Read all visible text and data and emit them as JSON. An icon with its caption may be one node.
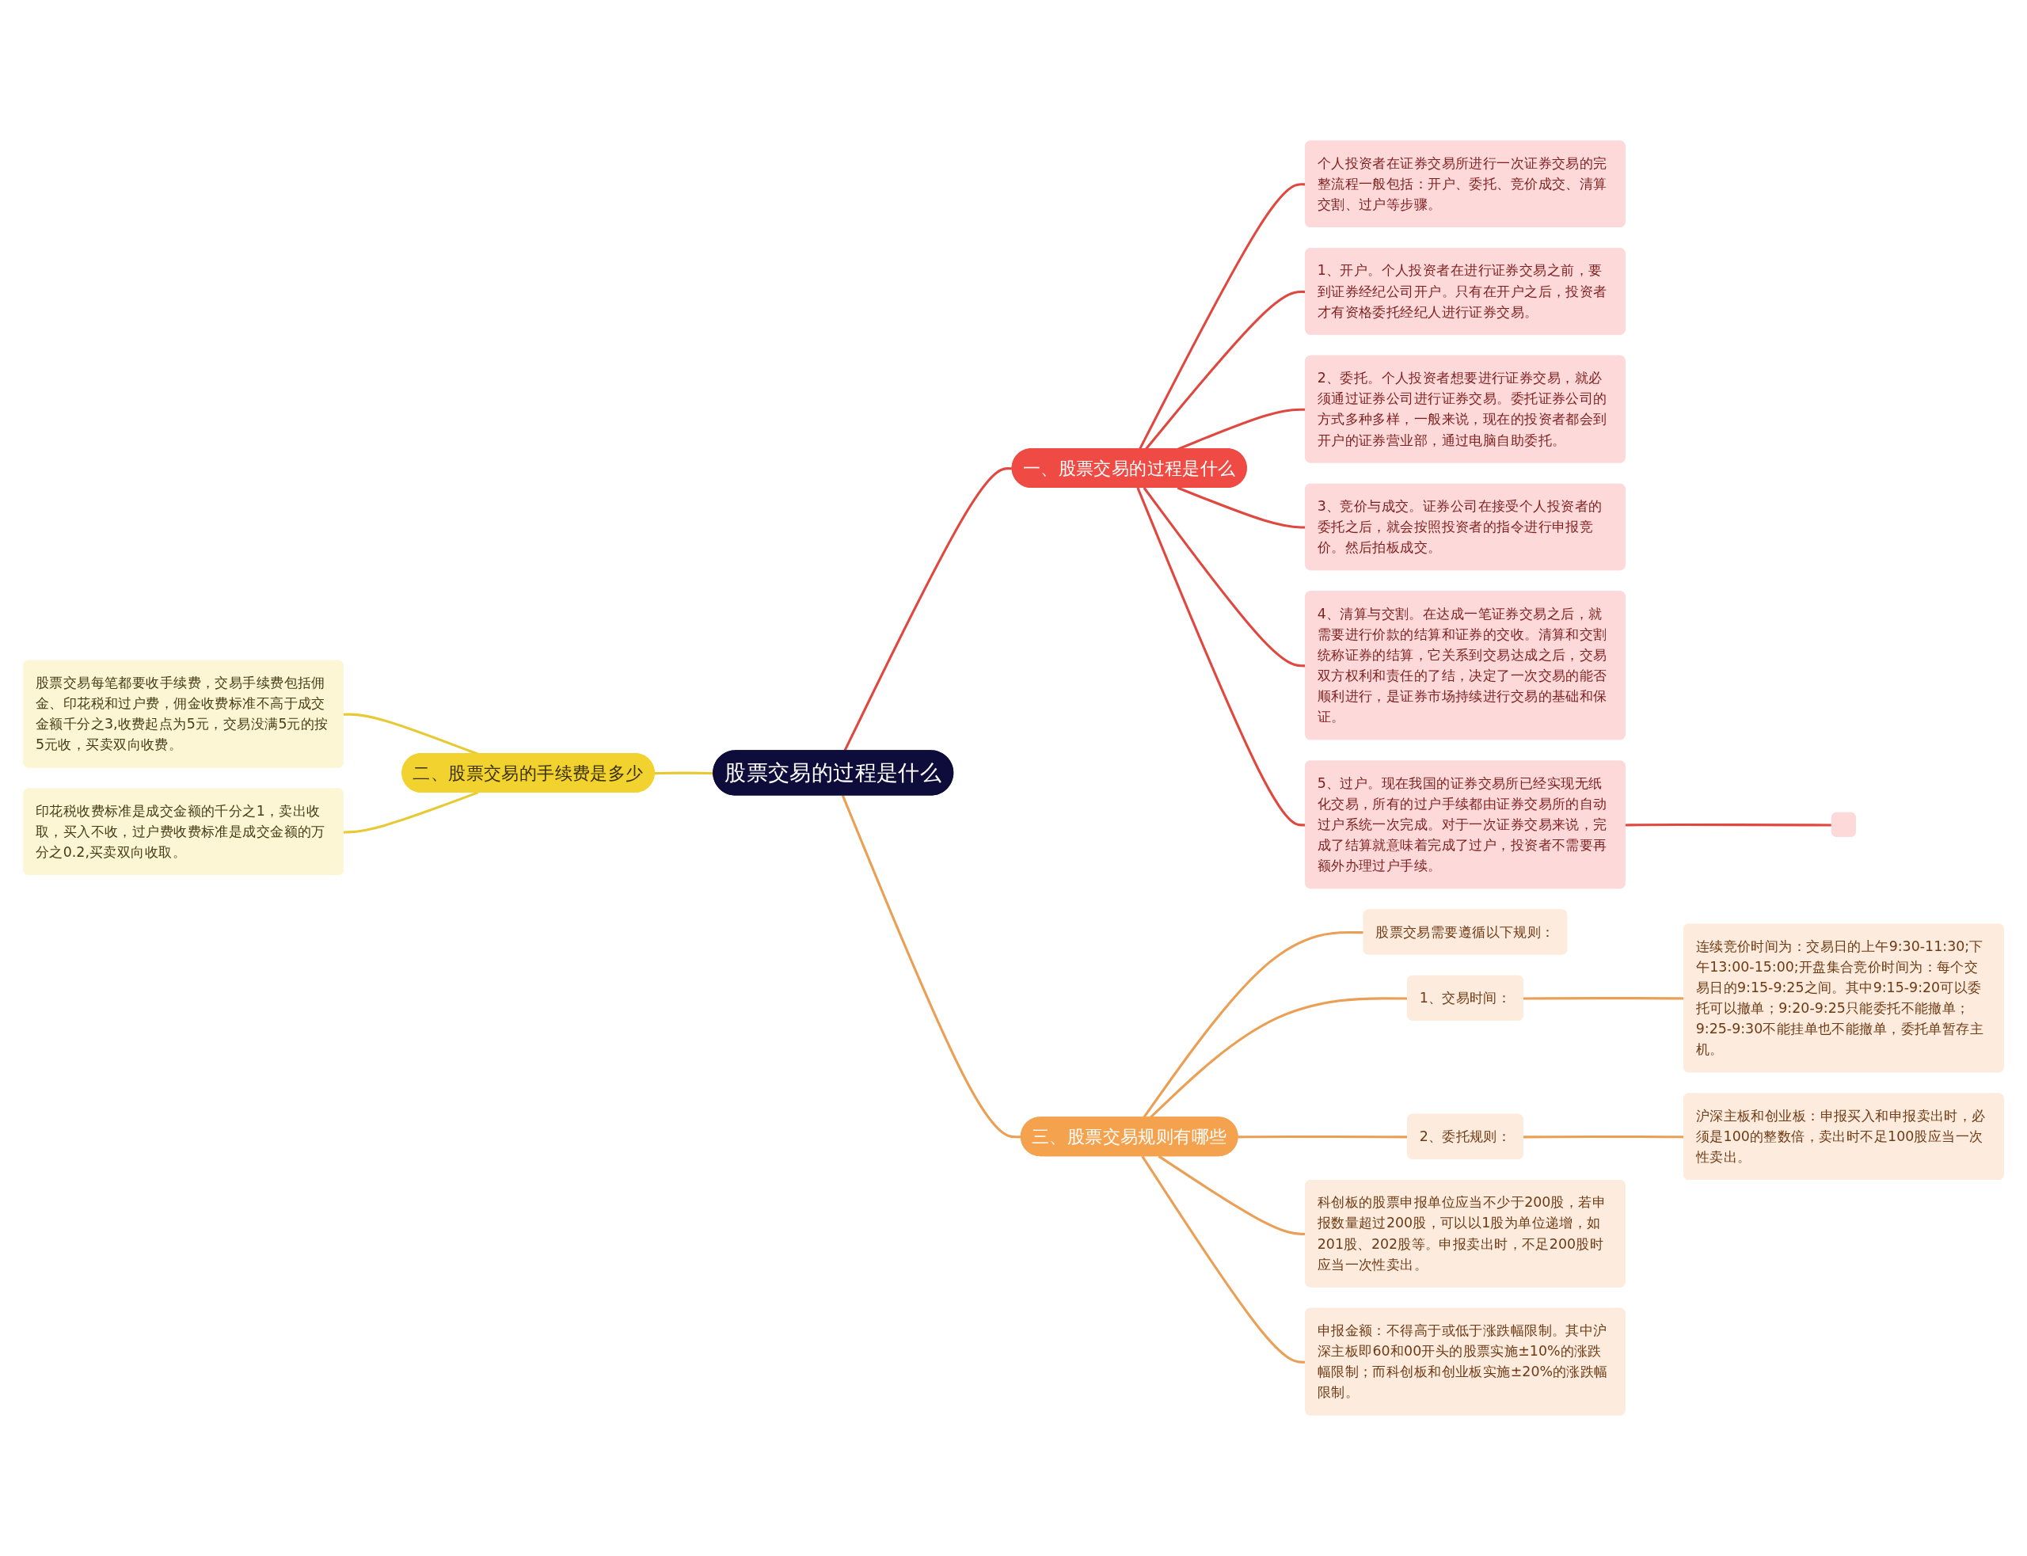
{
  "diagram": {
    "nodes": [
      {
        "text": [
          "股票交易的过程是什么"
        ]
      },
      {
        "text": [
          "一、股票交易的过程是什么"
        ]
      },
      {
        "text": [
          "个人投资者在证券交易所进行一次证券交易的完整流程一般包括：开户、委托、竞价成交、清算交割、过户等步骤。"
        ]
      },
      {
        "text": [
          "1、开户。个人投资者在进行证券交易之前，要到证券经纪公司开户。只有在开户之后，投资者才有资格委托经纪人进行证券交易。"
        ]
      },
      {
        "text": [
          "2、委托。个人投资者想要进行证券交易，就必须通过证券公司进行证券交易。委托证券公司的方式多种多样，一般来说，现在的投资者都会到开户的证券营业部，通过电脑自助委托。"
        ]
      },
      {
        "text": [
          "3、竞价与成交。证券公司在接受个人投资者的委托之后，就会按照投资者的指令进行申报竞价。然后拍板成交。"
        ]
      },
      {
        "text": [
          "4、清算与交割。在达成一笔证券交易之后，就需要进行价款的结算和证券的交收。清算和交割统称证券的结算，它关系到交易达成之后，交易双方权利和责任的了结，决定了一次交易的能否顺利进行，是证券市场持续进行交易的基础和保证。"
        ]
      },
      {
        "text": [
          "5、过户。现在我国的证券交易所已经实现无纸化交易，所有的过户手续都由证券交易所的自动过户系统一次完成。对于一次证券交易来说，完成了结算就意味着完成了过户，投资者不需要再额外办理过户手续。"
        ]
      },
      {
        "text": [],
        "shape": "box"
      },
      {
        "text": [
          "二、股票交易的手续费是多少"
        ]
      },
      {
        "text": [
          "股票交易每笔都要收手续费，交易手续费包括佣金、印花税和过户费，佣金收费标准不高于成交金额千分之3,收费起点为5元，交易没满5元的按5元收，买卖双向收费。"
        ]
      },
      {
        "text": [
          "印花税收费标准是成交金额的千分之1，卖出收取，买入不收，过户费收费标准是成交金额的万分之0.2,买卖双向收取。"
        ]
      },
      {
        "text": [
          "三、股票交易规则有哪些"
        ]
      },
      {
        "text": [
          "股票交易需要遵循以下规则："
        ]
      },
      {
        "text": [
          "1、交易时间："
        ]
      },
      {
        "text": [
          "连续竞价时间为：交易日的上午9:30-11:30;下午13:00-15:00;开盘集合竞价时间为：每个交易日的9:15-9:25之间。其中9:15-9:20可以委托可以撤单；9:20-9:25只能委托不能撤单；9:25-9:30不能挂单也不能撤单，委托单暂存主机。"
        ]
      },
      {
        "text": [
          "2、委托规则："
        ]
      },
      {
        "text": [
          "沪深主板和创业板：申报买入和申报卖出时，必须是100的整数倍，卖出时不足100股应当一次性卖出。"
        ]
      },
      {
        "text": [
          "科创板的股票申报单位应当不少于200股，若申报数量超过200股，可以以1股为单位递增，如201股、202股等。申报卖出时，不足200股时应当一次性卖出。"
        ]
      },
      {
        "text": [
          "申报金额：不得高于或低于涨跌幅限制。其中沪深主板即60和00开头的股票实施±10%的涨跌幅限制；而科创板和创业板实施±20%的涨跌幅限制。"
        ]
      }
    ],
    "edges": [
      {
        "from": 0,
        "to": 1,
        "arrow": "none",
        "color": "#e0473f"
      },
      {
        "from": 1,
        "to": 2,
        "arrow": "none",
        "color": "#e0473f"
      },
      {
        "from": 1,
        "to": 3,
        "arrow": "none",
        "color": "#e0473f"
      },
      {
        "from": 1,
        "to": 4,
        "arrow": "none",
        "color": "#e0473f"
      },
      {
        "from": 1,
        "to": 5,
        "arrow": "none",
        "color": "#e0473f"
      },
      {
        "from": 1,
        "to": 6,
        "arrow": "none",
        "color": "#e0473f"
      },
      {
        "from": 1,
        "to": 7,
        "arrow": "none",
        "color": "#e0473f"
      },
      {
        "from": 7,
        "to": 8,
        "arrow": "none",
        "color": "#e0473f"
      },
      {
        "from": 9,
        "to": 0,
        "arrow": "none",
        "color": "#e8c933"
      },
      {
        "from": 10,
        "to": 9,
        "arrow": "none",
        "color": "#e8c933"
      },
      {
        "from": 11,
        "to": 9,
        "arrow": "none",
        "color": "#e8c933"
      },
      {
        "from": 0,
        "to": 12,
        "arrow": "none",
        "color": "#eb9f55"
      },
      {
        "from": 12,
        "to": 13,
        "arrow": "none",
        "color": "#eb9f55"
      },
      {
        "from": 12,
        "to": 14,
        "arrow": "none",
        "color": "#eb9f55"
      },
      {
        "from": 14,
        "to": 15,
        "arrow": "none",
        "color": "#eb9f55"
      },
      {
        "from": 12,
        "to": 16,
        "arrow": "none",
        "color": "#eb9f55"
      },
      {
        "from": 16,
        "to": 17,
        "arrow": "none",
        "color": "#eb9f55"
      },
      {
        "from": 12,
        "to": 18,
        "arrow": "none",
        "color": "#eb9f55"
      },
      {
        "from": 12,
        "to": 19,
        "arrow": "none",
        "color": "#eb9f55"
      }
    ]
  }
}
